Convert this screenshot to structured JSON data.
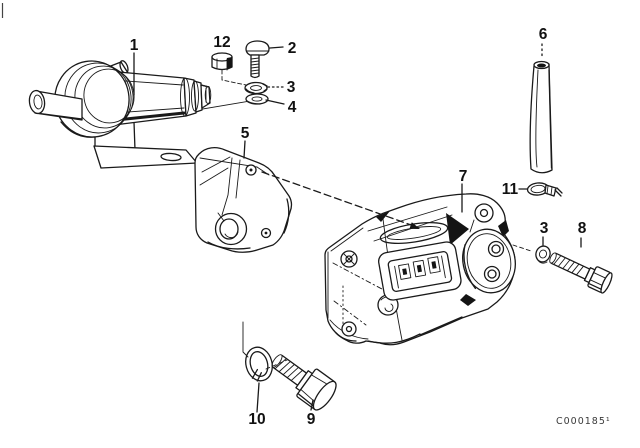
{
  "diagram": {
    "code": "C000185¹",
    "colors": {
      "background": "#ffffff",
      "ink": "#1a1a1a"
    },
    "callouts": [
      {
        "label": "1"
      },
      {
        "label": "2"
      },
      {
        "label": "3"
      },
      {
        "label": "4"
      },
      {
        "label": "5"
      },
      {
        "label": "6"
      },
      {
        "label": "7"
      },
      {
        "label": "3"
      },
      {
        "label": "8"
      },
      {
        "label": "9"
      },
      {
        "label": "10"
      },
      {
        "label": "11"
      },
      {
        "label": "12"
      }
    ]
  }
}
